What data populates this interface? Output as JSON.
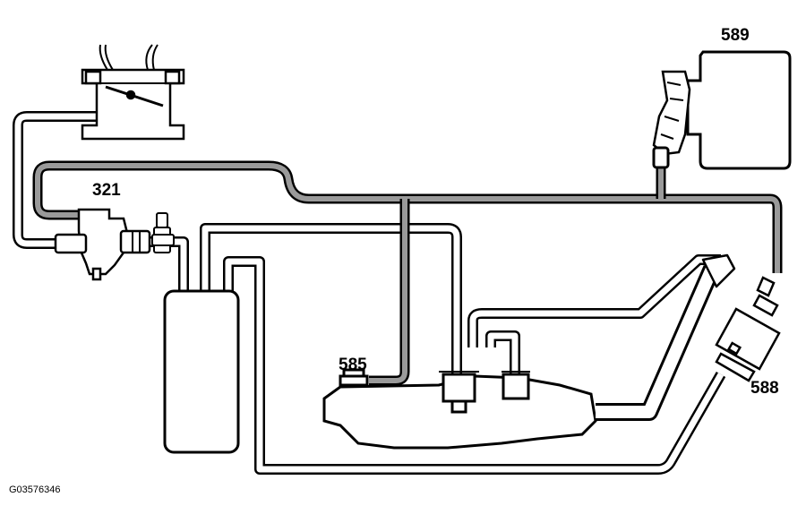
{
  "callouts": {
    "label_321": "321",
    "label_585": "585",
    "label_588": "588",
    "label_589": "589"
  },
  "figure_id": "G03576346",
  "colors": {
    "line": "#000000",
    "hose_fill": "#ffffff",
    "vacuum_hose_fill": "#9a9a9a",
    "background": "#ffffff"
  }
}
